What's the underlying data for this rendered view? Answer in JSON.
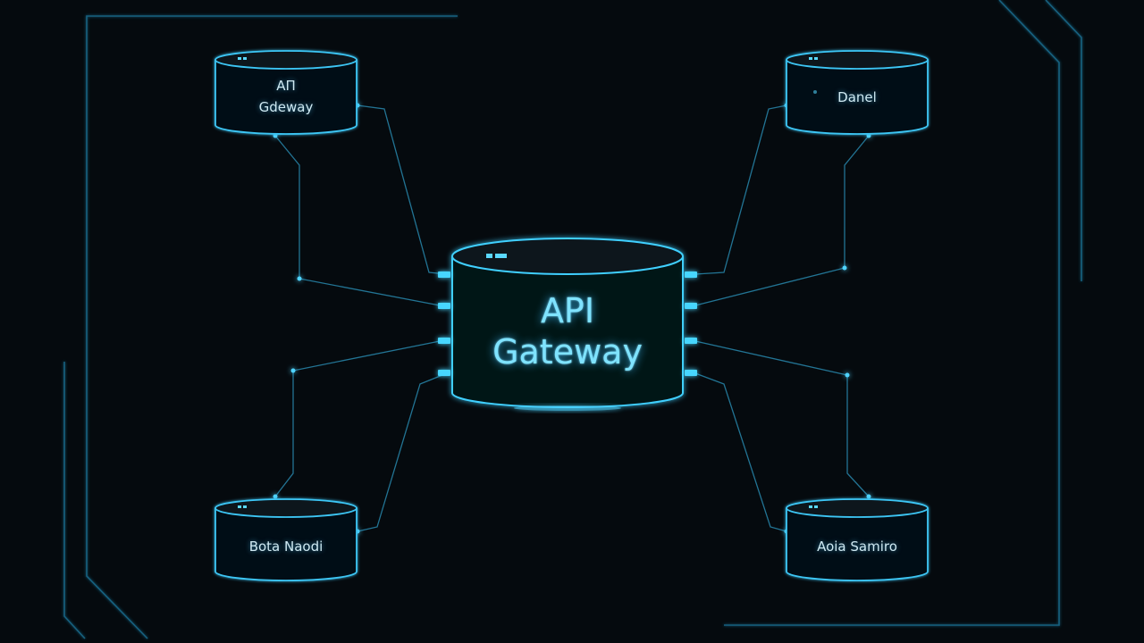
{
  "diagram": {
    "accent": "#35c8ff",
    "background": "#050a0e",
    "nodes": {
      "center": {
        "line1": "API",
        "line2": "Gateway"
      },
      "top_left": {
        "line1": "AΠ",
        "line2": "Gdeway"
      },
      "top_right": {
        "line1": "Danel"
      },
      "bottom_left": {
        "line1": "Bota Naodi"
      },
      "bottom_right": {
        "line1": "Aoia Samiro"
      }
    }
  }
}
